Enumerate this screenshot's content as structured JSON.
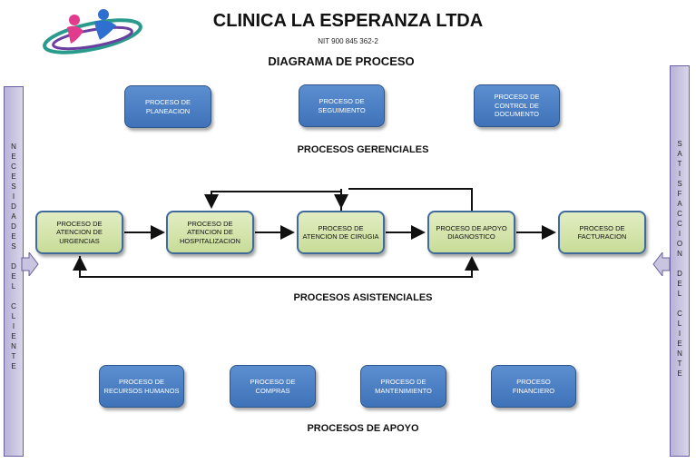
{
  "header": {
    "title": "CLINICA LA ESPERANZA LTDA",
    "nit": "NIT 900 845 362-2",
    "subtitle": "DIAGRAMA DE PROCESO"
  },
  "left_side": {
    "label": "NECESIDADES DEL CLIENTE"
  },
  "right_side": {
    "label": "SATISFACCION DEL CLIENTE"
  },
  "gerenciales": {
    "title": "PROCESOS GERENCIALES",
    "boxes": [
      "PROCESO DE PLANEACION",
      "PROCESO DE SEGUIMIENTO",
      "PROCESO DE CONTROL DE DOCUMENTO"
    ]
  },
  "asistenciales": {
    "title": "PROCESOS ASISTENCIALES",
    "boxes": [
      "PROCESO DE ATENCION DE URGENCIAS",
      "PROCESO DE ATENCION DE HOSPITALIZACION",
      "PROCESO DE ATENCION DE CIRUGIA",
      "PROCESO DE APOYO DIAGNOSTICO",
      "PROCESO DE FACTURACION"
    ]
  },
  "apoyo": {
    "title": "PROCESOS DE APOYO",
    "boxes": [
      "PROCESO DE RECURSOS HUMANOS",
      "PROCESO DE COMPRAS",
      "PROCESO DE MANTENIMIENTO",
      "PROCESO FINANCIERO"
    ]
  },
  "colors": {
    "blue_box": "#4a7fc4",
    "green_box": "#d6e6ad",
    "side_bar": "#c9c4e0"
  }
}
